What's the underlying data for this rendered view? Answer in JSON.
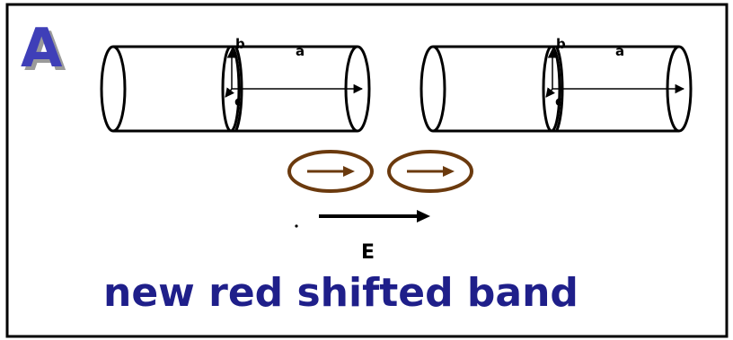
{
  "panel": {
    "letter": "A",
    "letter_color": "#3f3fb8",
    "letter_shadow_color": "#9a9a9a"
  },
  "cylinders": [
    {
      "axis_labels": {
        "b": "b",
        "a": "a",
        "c": "c"
      }
    },
    {
      "axis_labels": {
        "b": "b",
        "a": "a",
        "c": "c"
      }
    }
  ],
  "dipoles": [
    {
      "direction": "right",
      "color": "#6b3a0e"
    },
    {
      "direction": "right",
      "color": "#6b3a0e"
    }
  ],
  "field": {
    "label": "E",
    "direction": "right"
  },
  "caption": {
    "text": "new red shifted band",
    "color": "#1f1f8a"
  }
}
